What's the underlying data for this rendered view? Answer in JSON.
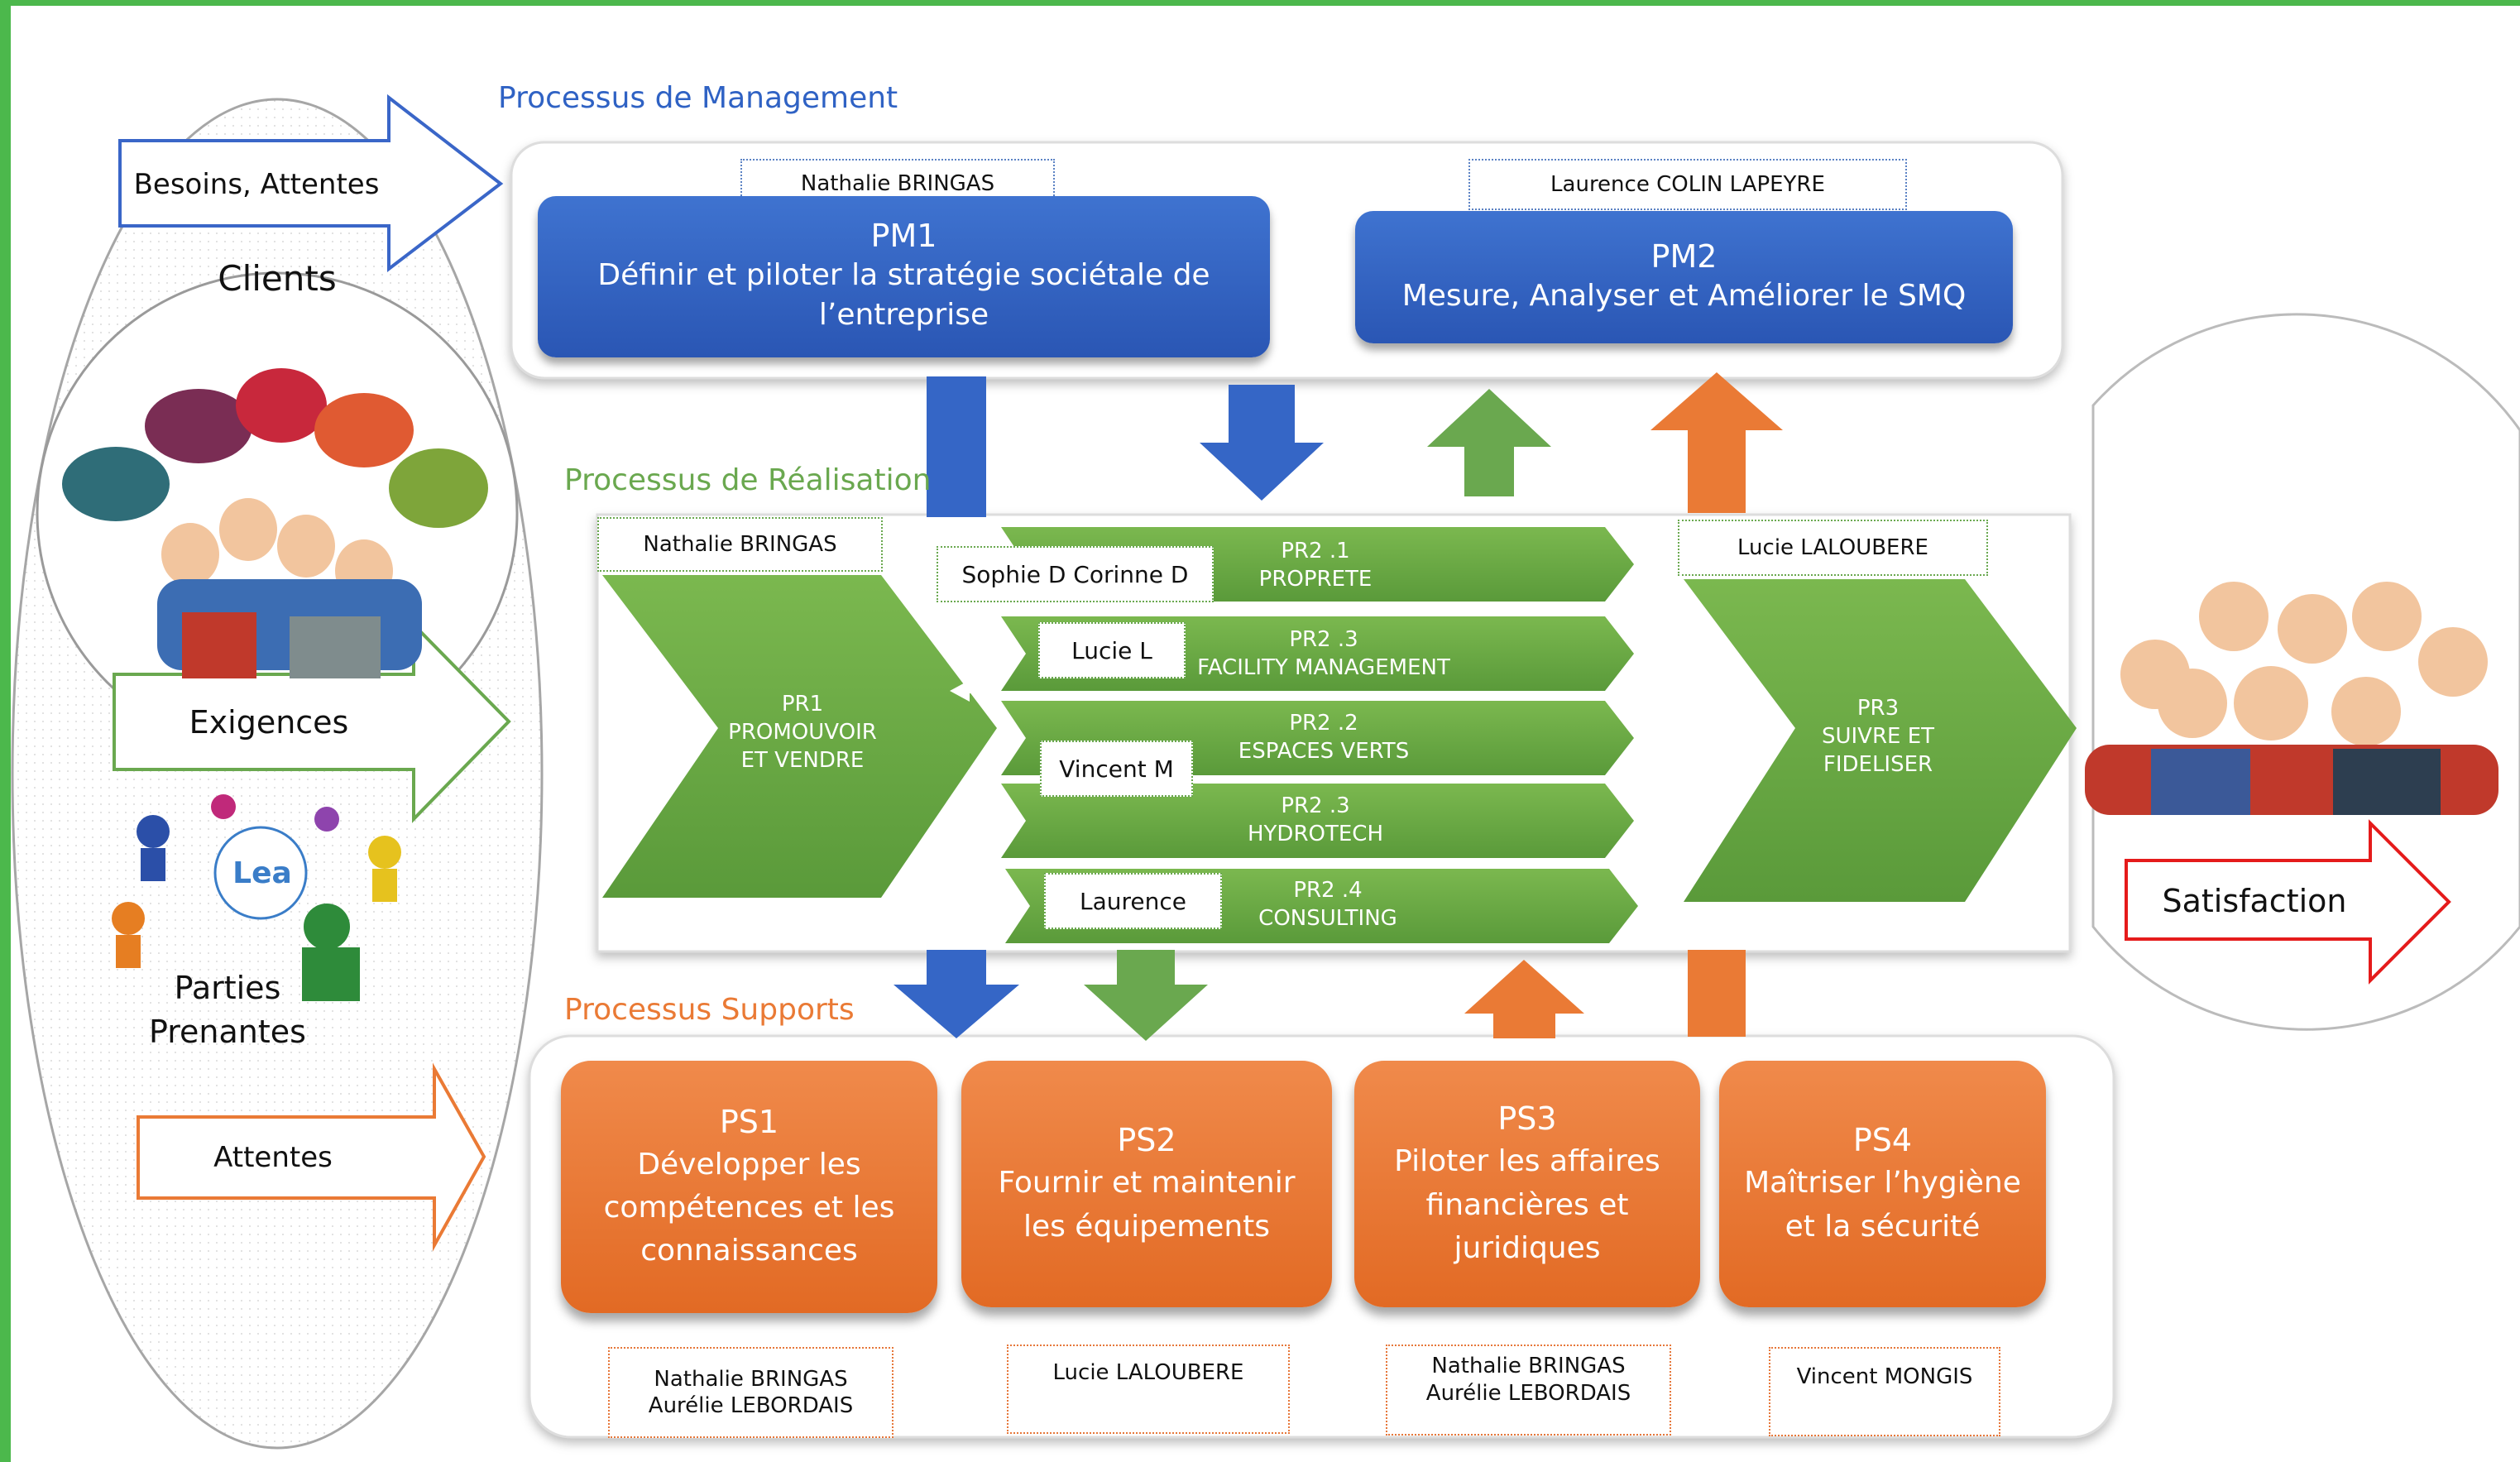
{
  "colors": {
    "border_green": "#4cb84c",
    "management_blue": "#2f62c4",
    "realisation_green": "#6aa84f",
    "support_orange": "#ea7a35",
    "satisfaction_red": "#e51b1b"
  },
  "management": {
    "title": "Processus de Management",
    "pm1": {
      "owner": "Nathalie BRINGAS",
      "code": "PM1",
      "text": "Définir et piloter la stratégie sociétale de l’entreprise"
    },
    "pm2": {
      "owner": "Laurence COLIN LAPEYRE",
      "code": "PM2",
      "text": "Mesure, Analyser et Améliorer le SMQ"
    }
  },
  "realisation": {
    "title": "Processus de Réalisation",
    "pr1": {
      "owner": "Nathalie BRINGAS",
      "code": "PR1",
      "line1": "PROMOUVOIR",
      "line2": "ET VENDRE"
    },
    "pr3": {
      "owner": "Lucie LALOUBERE",
      "code": "PR3",
      "line1": "SUIVRE ET",
      "line2": "FIDELISER"
    },
    "pr2_items": [
      {
        "code": "PR2 .1",
        "label": "PROPRETE",
        "owner": "Sophie D Corinne D"
      },
      {
        "code": "PR2 .3",
        "label": "FACILITY MANAGEMENT",
        "owner": "Lucie L"
      },
      {
        "code": "PR2 .2",
        "label": "ESPACES VERTS",
        "owner": "Vincent M"
      },
      {
        "code": "PR2 .3",
        "label": "HYDROTECH",
        "owner": ""
      },
      {
        "code": "PR2 .4",
        "label": "CONSULTING",
        "owner": "Laurence"
      }
    ]
  },
  "supports": {
    "title": "Processus Supports",
    "items": [
      {
        "code": "PS1",
        "text": "Développer les compétences et les connaissances",
        "owner1": "Nathalie BRINGAS",
        "owner2": "Aurélie LEBORDAIS"
      },
      {
        "code": "PS2",
        "text": "Fournir et maintenir les équipements",
        "owner1": "Lucie LALOUBERE",
        "owner2": ""
      },
      {
        "code": "PS3",
        "text": "Piloter les affaires financières et juridiques",
        "owner1": "Nathalie BRINGAS",
        "owner2": "Aurélie LEBORDAIS"
      },
      {
        "code": "PS4",
        "text": "Maîtriser l’hygiène et la sécurité",
        "owner1": "Vincent MONGIS",
        "owner2": ""
      }
    ]
  },
  "left_panel": {
    "needs_arrow": "Besoins, Attentes",
    "clients": "Clients",
    "requirements_arrow": "Exigences",
    "logo": "Lea",
    "stakeholders_line1": "Parties",
    "stakeholders_line2": "Prenantes",
    "expectations_arrow": "Attentes"
  },
  "right_panel": {
    "satisfaction_arrow": "Satisfaction"
  }
}
